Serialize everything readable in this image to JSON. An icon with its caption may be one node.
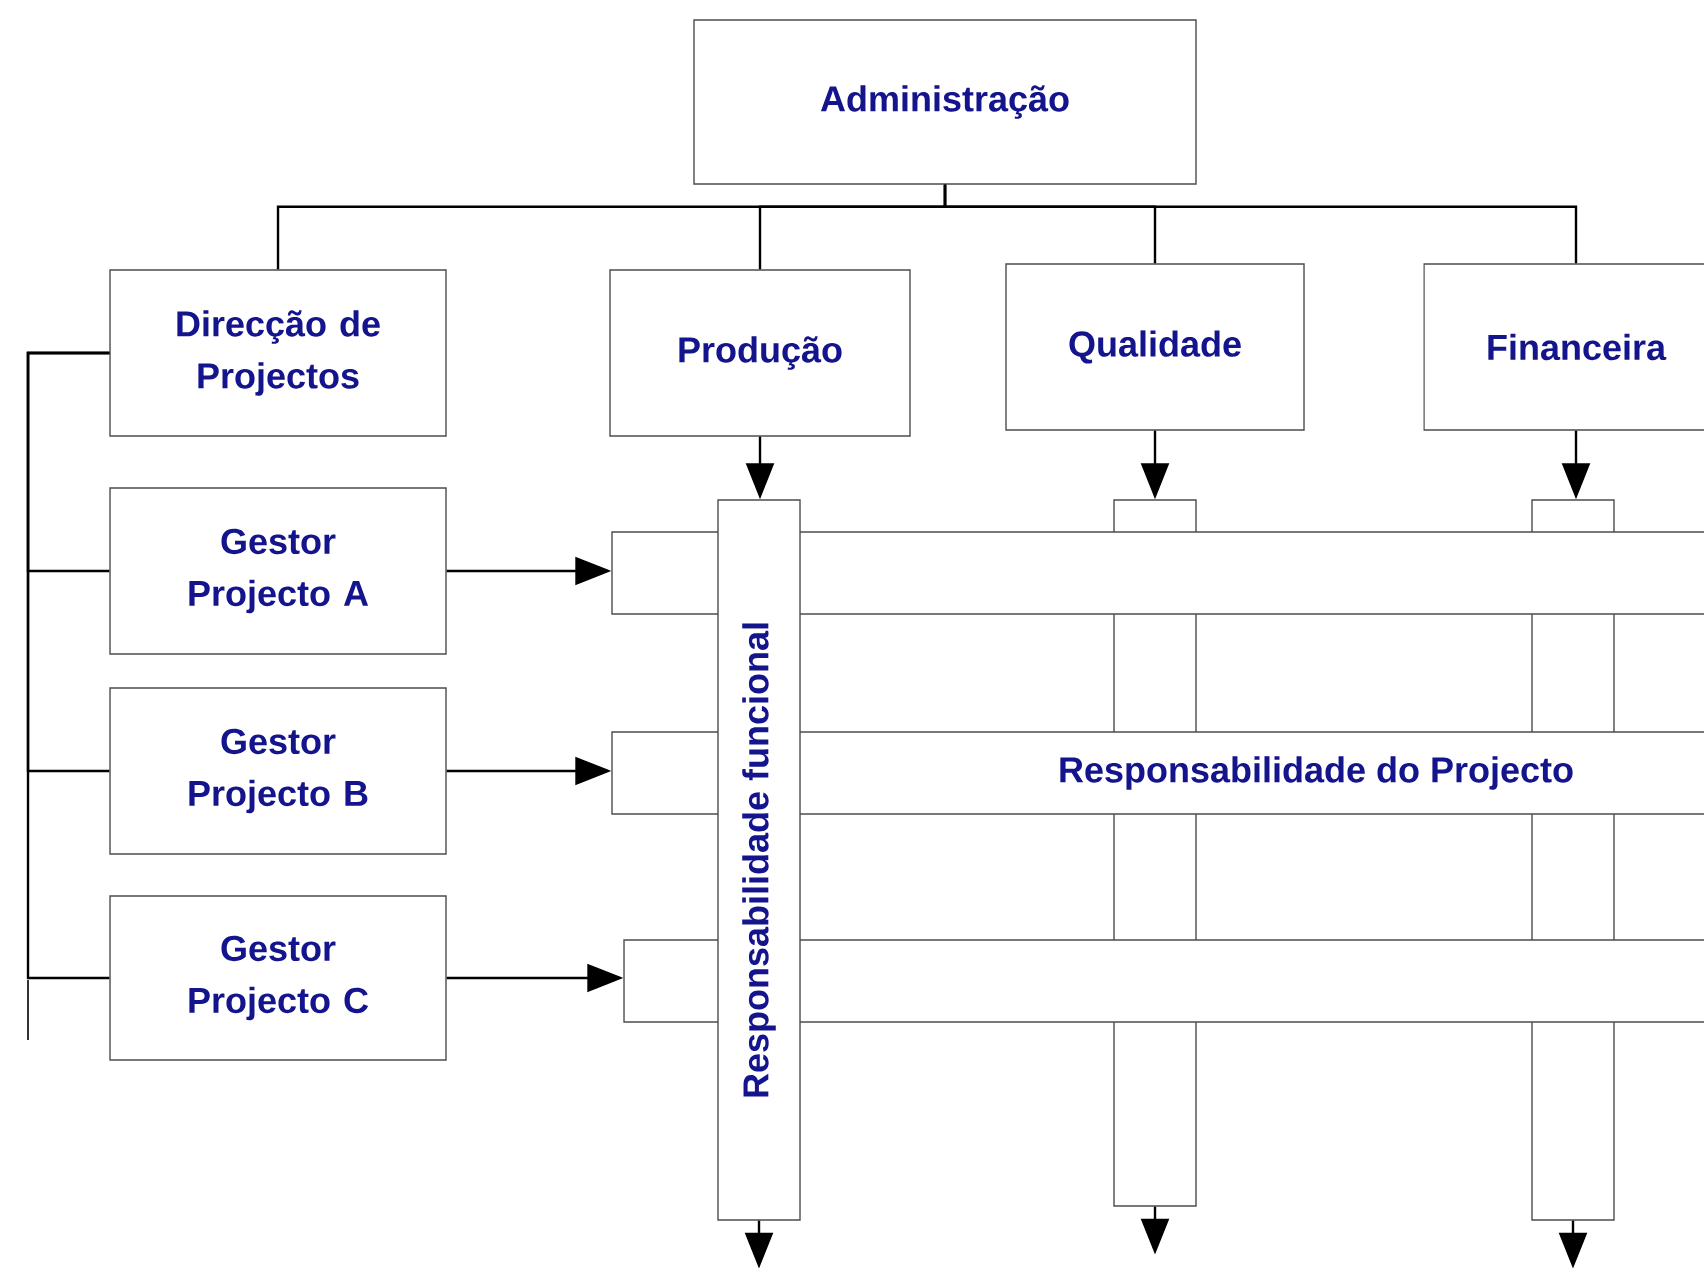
{
  "diagram": {
    "nodes": [
      {
        "text": [
          "Administração"
        ]
      },
      {
        "text": [
          "Direcção de Projectos"
        ]
      },
      {
        "text": [
          "Produção"
        ]
      },
      {
        "text": [
          "Qualidade"
        ]
      },
      {
        "text": [
          "Financeira"
        ]
      },
      {
        "text": [
          "Gestor Projecto A"
        ]
      },
      {
        "text": [
          "Gestor Projecto B"
        ]
      },
      {
        "text": [
          "Gestor Projecto C"
        ]
      },
      {
        "text": [
          "Responsabilidade funcional"
        ]
      },
      {
        "text": [],
        "shape": "bar"
      },
      {
        "text": [
          "Responsabilidade do Projecto"
        ]
      },
      {
        "text": [],
        "shape": "bar"
      },
      {
        "text": [],
        "shape": "bar"
      },
      {
        "text": [],
        "shape": "bar"
      }
    ],
    "edges": [
      {
        "from": 0,
        "to": 1,
        "arrow": "none"
      },
      {
        "from": 0,
        "to": 2,
        "arrow": "none"
      },
      {
        "from": 0,
        "to": 3,
        "arrow": "none"
      },
      {
        "from": 0,
        "to": 4,
        "arrow": "none"
      },
      {
        "from": 1,
        "to": 5,
        "arrow": "none"
      },
      {
        "from": 1,
        "to": 6,
        "arrow": "none"
      },
      {
        "from": 1,
        "to": 7,
        "arrow": "none"
      },
      {
        "from": 5,
        "to": 9,
        "arrow": "to"
      },
      {
        "from": 6,
        "to": 10,
        "arrow": "to"
      },
      {
        "from": 7,
        "to": 11,
        "arrow": "to"
      },
      {
        "from": 2,
        "to": 8,
        "arrow": "to"
      },
      {
        "from": 3,
        "to": 12,
        "arrow": "to"
      },
      {
        "from": 4,
        "to": 13,
        "arrow": "to"
      },
      {
        "from": 8,
        "to": null,
        "arrow": "to"
      },
      {
        "from": 12,
        "to": null,
        "arrow": "to"
      },
      {
        "from": 13,
        "to": null,
        "arrow": "to"
      }
    ]
  }
}
